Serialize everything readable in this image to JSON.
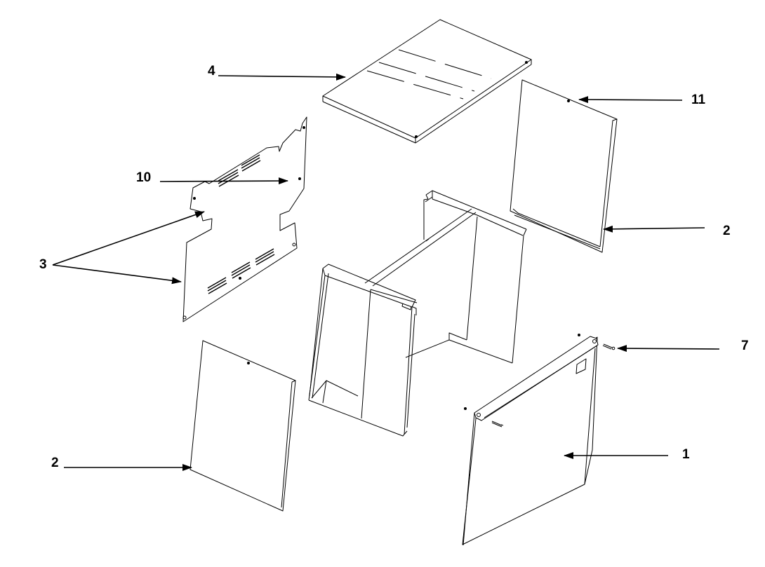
{
  "labels": {
    "top_panel": "4",
    "right_side_panel": "11",
    "right_side_panel_lower": "2",
    "left_rear_panel": "10",
    "left_rear_panel_holes": "3",
    "front_left_panel": "2",
    "screws": "7",
    "front_right_panel": "1"
  }
}
